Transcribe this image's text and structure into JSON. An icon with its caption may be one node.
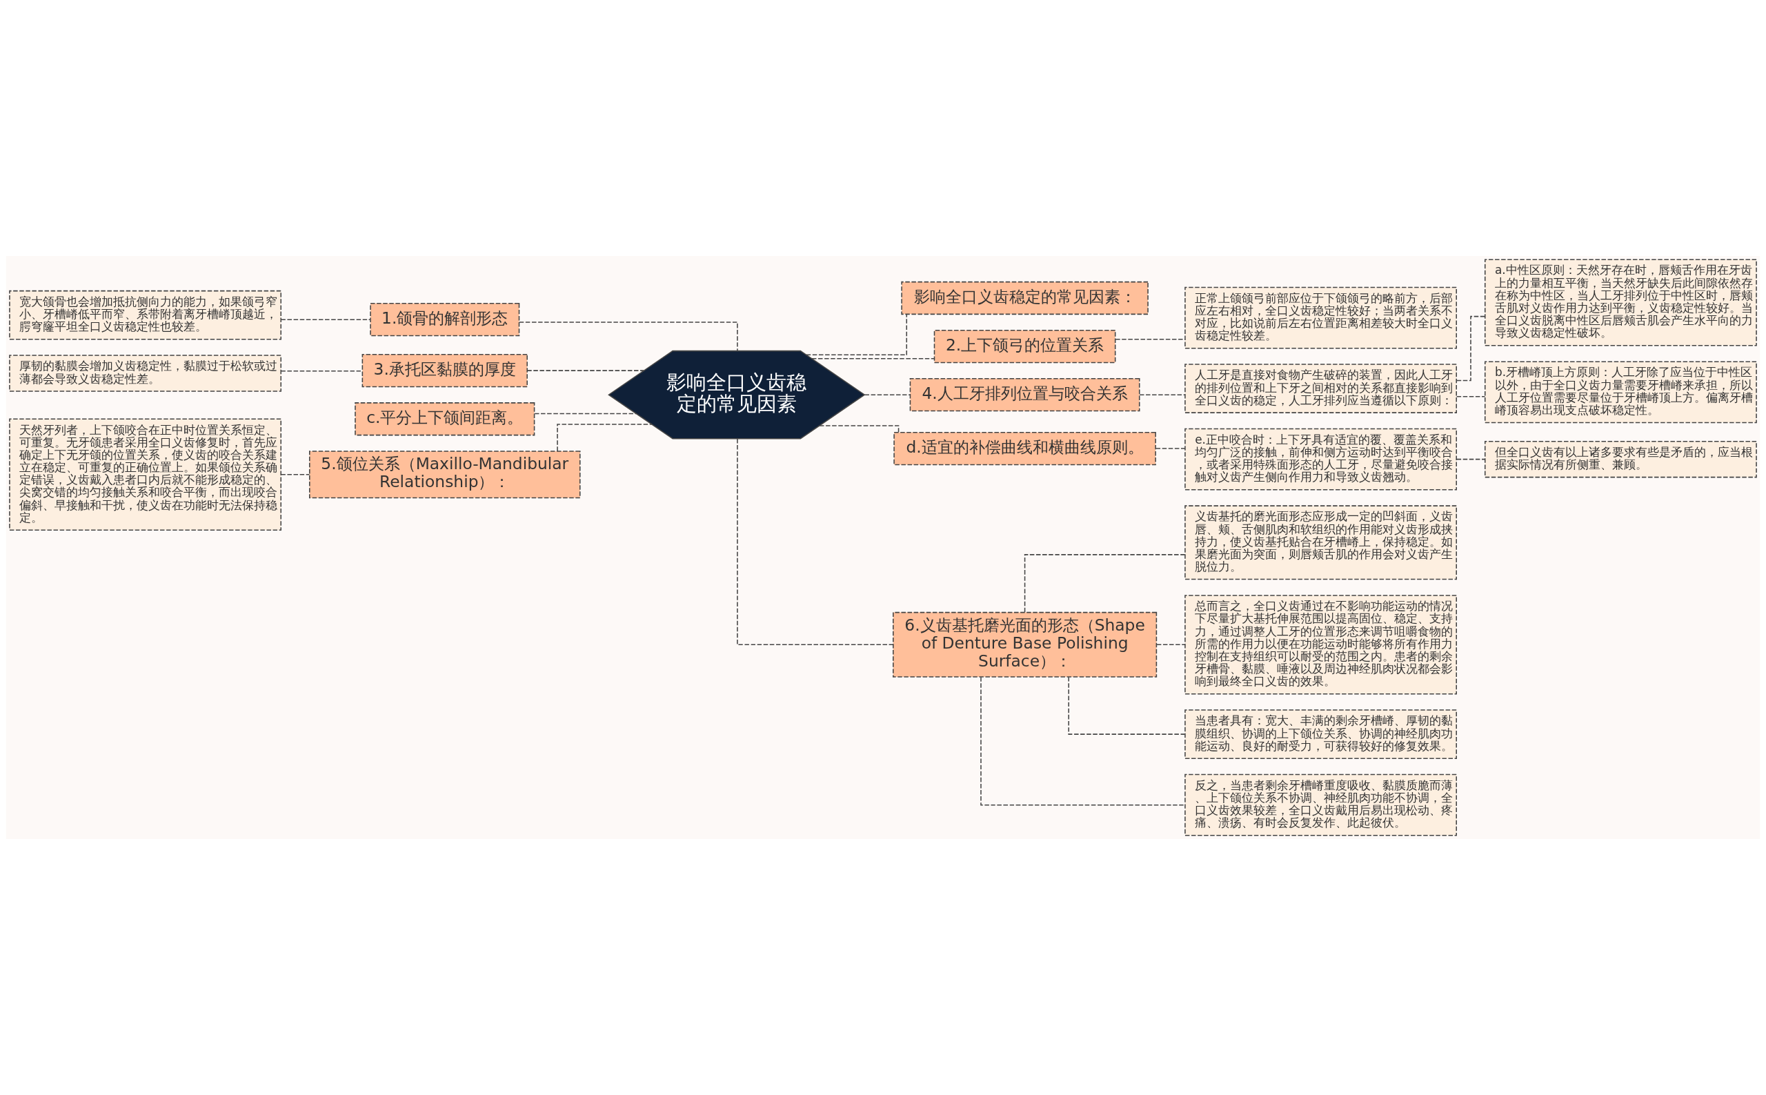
{
  "diagram": {
    "nodes": [
      {
        "text": [
          "影响全口义齿稳定的常见因素"
        ]
      },
      {
        "text": [
          "宽大颌骨也会增加抵抗侧向力的能力，如果颌弓窄小、牙槽嵴低平而窄、系带附着离牙槽嵴顶越近，腭穹窿平坦全口义齿稳定性也较差。"
        ]
      },
      {
        "text": [
          "1.颌骨的解剖形态"
        ]
      },
      {
        "text": [
          "厚韧的黏膜会增加义齿稳定性，黏膜过于松软或过薄都会导致义齿稳定性差。"
        ]
      },
      {
        "text": [
          "3.承托区黏膜的厚度"
        ]
      },
      {
        "text": [
          "c.平分上下颌间距离。"
        ]
      },
      {
        "text": [
          "天然牙列者，上下颌咬合在正中时位置关系恒定、可重复。无牙颌患者采用全口义齿修复时，首先应确定上下无牙颌的位置关系，使义齿的咬合关系建立在稳定、可重复的正确位置上。如果颌位关系确定错误，义齿戴入患者口内后就不能形成稳定的、尖窝交错的均匀接触关系和咬合平衡，而出现咬合偏斜、早接触和干扰，使义齿在功能时无法保持稳定。"
        ]
      },
      {
        "text": [
          "5.颌位关系（Maxillo-Mandibular Relationship）："
        ]
      },
      {
        "text": [
          "影响全口义齿稳定的常见因素："
        ]
      },
      {
        "text": [
          "2.上下颌弓的位置关系"
        ]
      },
      {
        "text": [
          "正常上颌颌弓前部应位于下颌颌弓的略前方，后部应左右相对，全口义齿稳定性较好；当两者关系不对应，比如说前后左右位置距离相差较大时全口义齿稳定性较差。"
        ]
      },
      {
        "text": [
          "4.人工牙排列位置与咬合关系"
        ]
      },
      {
        "text": [
          "人工牙是直接对食物产生破碎的装置，因此人工牙的排列位置和上下牙之间相对的关系都直接影响到全口义齿的稳定，人工牙排列应当遵循以下原则："
        ]
      },
      {
        "text": [
          "a.中性区原则：天然牙存在时，唇颊舌作用在牙齿上的力量相互平衡，当天然牙缺失后此间隙依然存在称为中性区，当人工牙排列位于中性区时，唇颊舌肌对义齿作用力达到平衡，义齿稳定性较好。当全口义齿脱离中性区后唇颊舌肌会产生水平向的力导致义齿稳定性破坏。"
        ]
      },
      {
        "text": [
          "b.牙槽嵴顶上方原则：人工牙除了应当位于中性区以外，由于全口义齿力量需要牙槽嵴来承担，所以人工牙位置需要尽量位于牙槽嵴顶上方。偏离牙槽嵴顶容易出现支点破坏稳定性。"
        ]
      },
      {
        "text": [
          "d.适宜的补偿曲线和横曲线原则。"
        ]
      },
      {
        "text": [
          "e.正中咬合时：上下牙具有适宜的覆、覆盖关系和均匀广泛的接触，前伸和侧方运动时达到平衡咬合，或者采用特殊面形态的人工牙，尽量避免咬合接触对义齿产生侧向作用力和导致义齿翘动。"
        ]
      },
      {
        "text": [
          "但全口义齿有以上诸多要求有些是矛盾的，应当根据实际情况有所侧重、兼顾。"
        ]
      },
      {
        "text": [
          "6.义齿基托磨光面的形态（Shape of Denture Base Polishing Surface）："
        ]
      },
      {
        "text": [
          "义齿基托的磨光面形态应形成一定的凹斜面，义齿唇、颊、舌侧肌肉和软组织的作用能对义齿形成挟持力，使义齿基托贴合在牙槽嵴上，保持稳定。如果磨光面为突面，则唇颊舌肌的作用会对义齿产生脱位力。"
        ]
      },
      {
        "text": [
          "总而言之，全口义齿通过在不影响功能运动的情况下尽量扩大基托伸展范围以提高固位、稳定、支持力，通过调整人工牙的位置形态来调节咀嚼食物的所需的作用力以便在功能运动时能够将所有作用力控制在支持组织可以耐受的范围之内。患者的剩余牙槽骨、黏膜、唾液以及周边神经肌肉状况都会影响到最终全口义齿的效果。"
        ]
      },
      {
        "text": [
          "当患者具有：宽大、丰满的剩余牙槽嵴、厚韧的黏膜组织、协调的上下颌位关系、协调的神经肌肉功能运动、良好的耐受力，可获得较好的修复效果。"
        ]
      },
      {
        "text": [
          "反之，当患者剩余牙槽嵴重度吸收、黏膜质脆而薄、上下颌位关系不协调、神经肌肉功能不协调，全口义齿效果较差，全口义齿戴用后易出现松动、疼痛、溃疡、有时会反复发作、此起彼伏。"
        ]
      }
    ],
    "edges": [
      {
        "from": 1,
        "to": 2,
        "arrow": "none"
      },
      {
        "from": 2,
        "to": 0,
        "arrow": "none"
      },
      {
        "from": 3,
        "to": 4,
        "arrow": "none"
      },
      {
        "from": 4,
        "to": 0,
        "arrow": "none"
      },
      {
        "from": 5,
        "to": 0,
        "arrow": "none"
      },
      {
        "from": 6,
        "to": 7,
        "arrow": "none"
      },
      {
        "from": 7,
        "to": 0,
        "arrow": "none"
      },
      {
        "from": 0,
        "to": 8,
        "arrow": "none"
      },
      {
        "from": 0,
        "to": 9,
        "arrow": "none"
      },
      {
        "from": 9,
        "to": 10,
        "arrow": "none"
      },
      {
        "from": 0,
        "to": 11,
        "arrow": "none"
      },
      {
        "from": 11,
        "to": 12,
        "arrow": "none"
      },
      {
        "from": 12,
        "to": 13,
        "arrow": "none"
      },
      {
        "from": 12,
        "to": 14,
        "arrow": "none"
      },
      {
        "from": 0,
        "to": 15,
        "arrow": "none"
      },
      {
        "from": 15,
        "to": 16,
        "arrow": "none"
      },
      {
        "from": 16,
        "to": 17,
        "arrow": "none"
      },
      {
        "from": 0,
        "to": 18,
        "arrow": "none"
      },
      {
        "from": 18,
        "to": 19,
        "arrow": "none"
      },
      {
        "from": 18,
        "to": 20,
        "arrow": "none"
      },
      {
        "from": 18,
        "to": 21,
        "arrow": "none"
      },
      {
        "from": 18,
        "to": 22,
        "arrow": "none"
      }
    ]
  }
}
